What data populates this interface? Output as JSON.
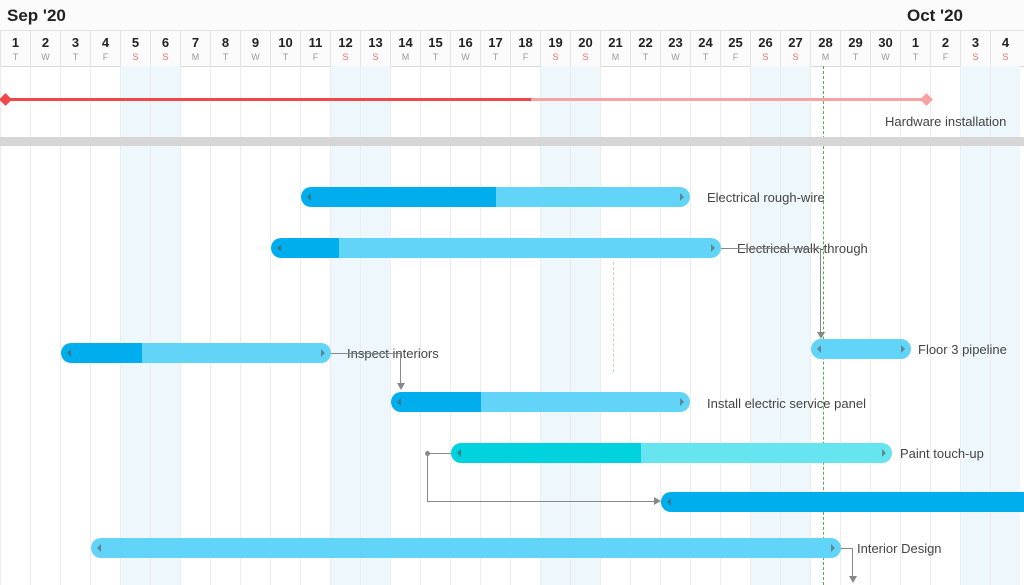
{
  "timeline": {
    "months": [
      {
        "label": "Sep '20"
      },
      {
        "label": "Oct '20"
      }
    ],
    "days": [
      {
        "num": "1",
        "wd": "T",
        "weekend": false
      },
      {
        "num": "2",
        "wd": "W",
        "weekend": false
      },
      {
        "num": "3",
        "wd": "T",
        "weekend": false
      },
      {
        "num": "4",
        "wd": "F",
        "weekend": false
      },
      {
        "num": "5",
        "wd": "S",
        "weekend": true
      },
      {
        "num": "6",
        "wd": "S",
        "weekend": true
      },
      {
        "num": "7",
        "wd": "M",
        "weekend": false
      },
      {
        "num": "8",
        "wd": "T",
        "weekend": false
      },
      {
        "num": "9",
        "wd": "W",
        "weekend": false
      },
      {
        "num": "10",
        "wd": "T",
        "weekend": false
      },
      {
        "num": "11",
        "wd": "F",
        "weekend": false
      },
      {
        "num": "12",
        "wd": "S",
        "weekend": true
      },
      {
        "num": "13",
        "wd": "S",
        "weekend": true
      },
      {
        "num": "14",
        "wd": "M",
        "weekend": false
      },
      {
        "num": "15",
        "wd": "T",
        "weekend": false
      },
      {
        "num": "16",
        "wd": "W",
        "weekend": false
      },
      {
        "num": "17",
        "wd": "T",
        "weekend": false
      },
      {
        "num": "18",
        "wd": "F",
        "weekend": false
      },
      {
        "num": "19",
        "wd": "S",
        "weekend": true
      },
      {
        "num": "20",
        "wd": "S",
        "weekend": true
      },
      {
        "num": "21",
        "wd": "M",
        "weekend": false
      },
      {
        "num": "22",
        "wd": "T",
        "weekend": false
      },
      {
        "num": "23",
        "wd": "W",
        "weekend": false
      },
      {
        "num": "24",
        "wd": "T",
        "weekend": false
      },
      {
        "num": "25",
        "wd": "F",
        "weekend": false
      },
      {
        "num": "26",
        "wd": "S",
        "weekend": true
      },
      {
        "num": "27",
        "wd": "S",
        "weekend": true
      },
      {
        "num": "28",
        "wd": "M",
        "weekend": false
      },
      {
        "num": "29",
        "wd": "T",
        "weekend": false
      },
      {
        "num": "30",
        "wd": "W",
        "weekend": false
      },
      {
        "num": "1",
        "wd": "T",
        "weekend": false
      },
      {
        "num": "2",
        "wd": "F",
        "weekend": false
      },
      {
        "num": "3",
        "wd": "S",
        "weekend": true
      },
      {
        "num": "4",
        "wd": "S",
        "weekend": true
      }
    ]
  },
  "summary": {
    "label": "Hardware installation",
    "color_done": "#f24747",
    "color_remaining": "#f7a3a3"
  },
  "tasks": [
    {
      "label": "Electrical rough-wire",
      "progress": 0.5
    },
    {
      "label": "Electrical walk-through",
      "progress": 0.15
    },
    {
      "label": "Floor 3 pipeline",
      "progress": 0.0
    },
    {
      "label": "Inspect interiors",
      "progress": 0.3
    },
    {
      "label": "Install electric service panel",
      "progress": 0.3
    },
    {
      "label": "Paint touch-up",
      "progress": 0.43
    },
    {
      "label": "",
      "progress": 1.0
    },
    {
      "label": "Interior Design",
      "progress": 0.0
    }
  ],
  "colors": {
    "bar_remaining": "#62d4f7",
    "bar_progress": "#00aeee",
    "teal_remaining": "#66e4ef",
    "teal_progress": "#00d2de",
    "today_line": "#4caf50"
  }
}
